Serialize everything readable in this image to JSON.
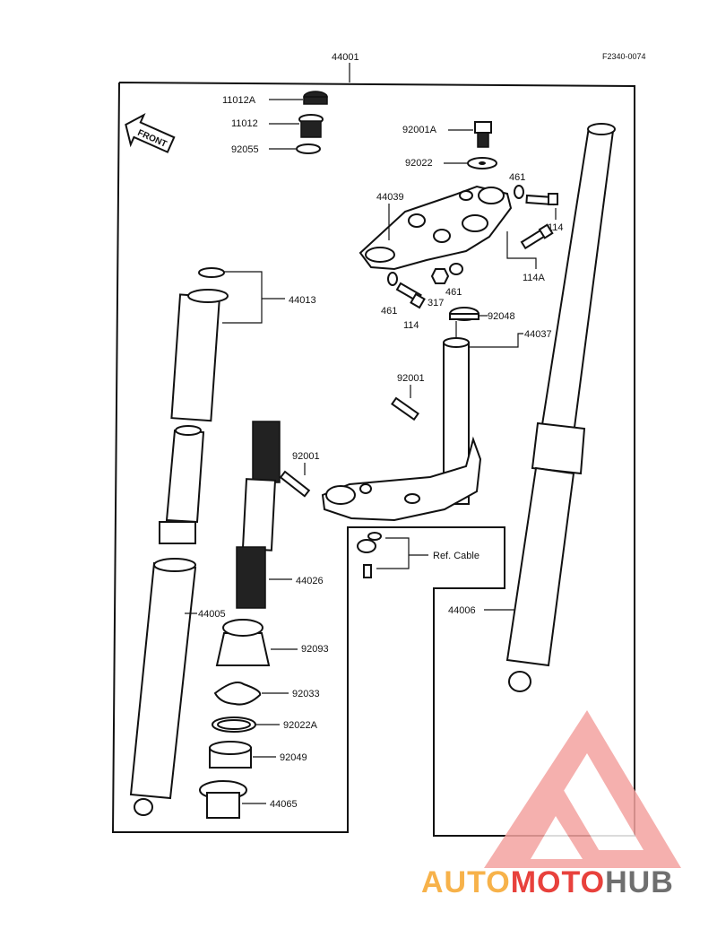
{
  "diagram": {
    "reference_code": "F2340-0074",
    "front_label": "FRONT",
    "ref_cable_label": "Ref. Cable",
    "watermark": {
      "auto": "AUTO",
      "moto": "MOTO",
      "hub": "HUB",
      "colors": {
        "orange": "#f7b24a",
        "red": "#e8413c",
        "gray": "#6f6f6f"
      }
    },
    "callouts": [
      "44001",
      "11012A",
      "11012",
      "92055",
      "92001A",
      "92022",
      "461",
      "44039",
      "114",
      "114A",
      "461",
      "461",
      "317",
      "114",
      "92048",
      "44037",
      "44013",
      "92001",
      "92001",
      "44026",
      "44005",
      "92093",
      "92033",
      "92022A",
      "92049",
      "44065",
      "44006"
    ]
  }
}
